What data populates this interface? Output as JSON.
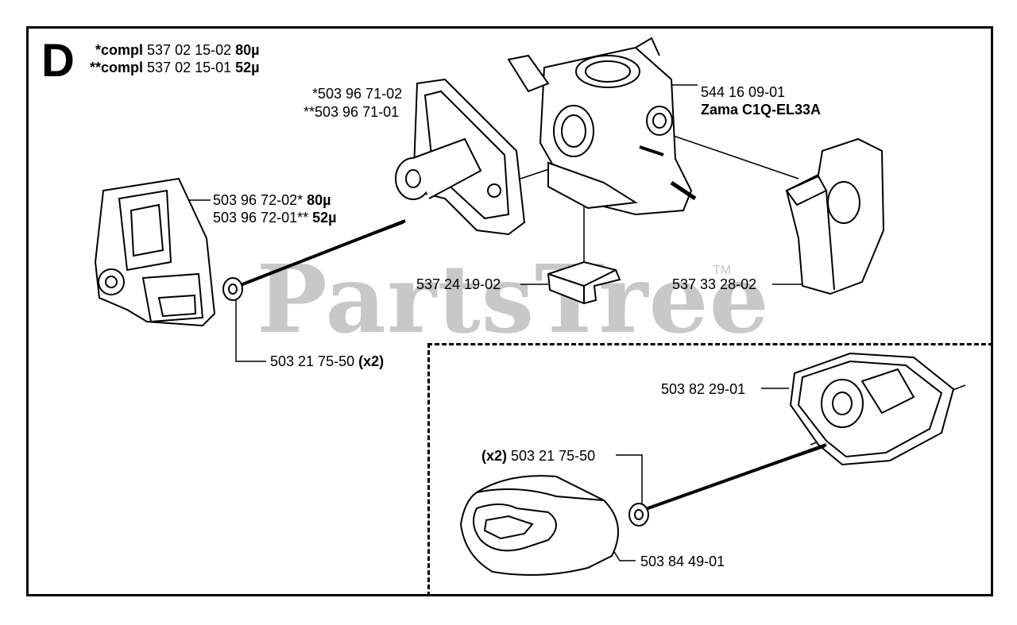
{
  "section_letter": "D",
  "watermark": "PartsTree",
  "trademark": "TM",
  "header": {
    "line1": {
      "prefix": "*compl",
      "part": "537 02 15-02",
      "size": "80µ"
    },
    "line2": {
      "prefix": "**compl",
      "part": "537 02 15-01",
      "size": "52µ"
    }
  },
  "callouts": {
    "intake_a": "*503 96 71-02",
    "intake_b": "**503 96 71-01",
    "carb_part": "544 16 09-01",
    "carb_model": "Zama C1Q-EL33A",
    "filter_a_part": "503 96 72-02*",
    "filter_a_size": "80µ",
    "filter_b_part": "503 96 72-01**",
    "filter_b_size": "52µ",
    "block": "537 24 19-02",
    "plate": "537 33 28-02",
    "screw_top_part": "503 21 75-50",
    "screw_top_qty": "(x2)",
    "holder": "503 82 29-01",
    "screw_bottom_qty": "(x2)",
    "screw_bottom_part": "503 21 75-50",
    "grommet": "503 84 49-01"
  }
}
